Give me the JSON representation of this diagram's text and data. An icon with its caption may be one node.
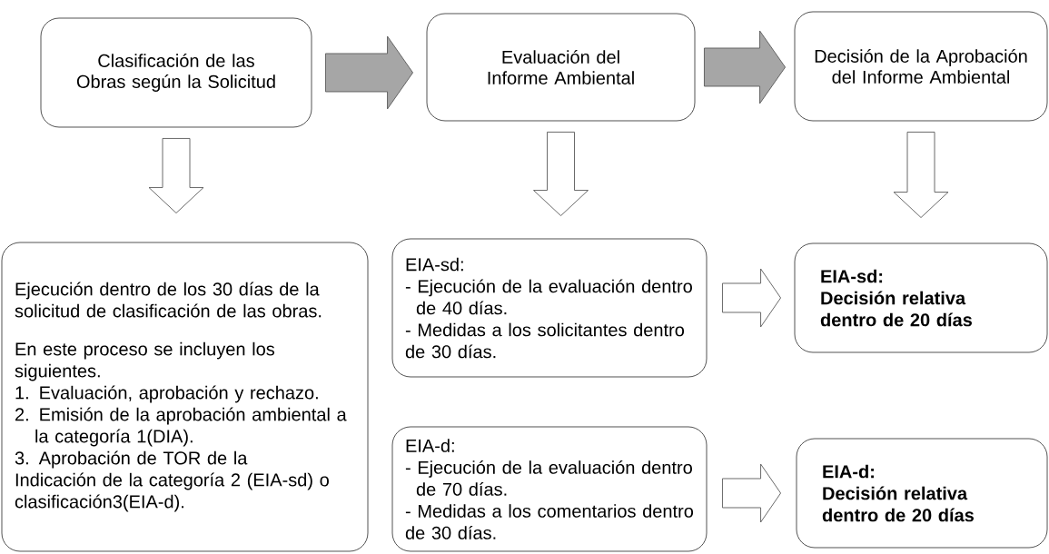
{
  "diagram": {
    "nodes": [
      {
        "text": [
          "Clasificación de las Obras según la Solicitud"
        ]
      },
      {
        "text": [
          "Evaluación del Informe Ambiental"
        ]
      },
      {
        "text": [
          "Decisión de la Aprobación del Informe Ambiental"
        ]
      },
      {
        "text": [
          "Ejecución dentro de los 30 días de la solicitud de clasificación de las obras.",
          "En este proceso se incluyen los siguientes.",
          "1. Evaluación, aprobación y rechazo.",
          "2. Emisión de la aprobación ambiental a la categoría 1(DIA).",
          "3. Aprobación de TOR de la Indicación de la categoría 2 (EIA-sd) o clasificación3(EIA-d)."
        ]
      },
      {
        "text": [
          "EIA-sd:",
          "- Ejecución de la evaluación dentro de 40 días.",
          "- Medidas a los solicitantes dentro de 30 días."
        ]
      },
      {
        "text": [
          "EIA-d:",
          "- Ejecución de la evaluación dentro de 70 días.",
          "- Medidas a los comentarios dentro de 30 días."
        ]
      },
      {
        "text": [
          "EIA-sd:",
          "Decisión relativa dentro de 20 días"
        ]
      },
      {
        "text": [
          "EIA-d:",
          "Decisión relativa dentro de 20 días"
        ]
      }
    ],
    "edges": [
      {
        "from": 0,
        "to": 1,
        "arrow": "to",
        "color": "#a6a6a6"
      },
      {
        "from": 1,
        "to": 2,
        "arrow": "to",
        "color": "#a6a6a6"
      },
      {
        "from": 0,
        "to": 3,
        "arrow": "to"
      },
      {
        "from": 1,
        "to": 4,
        "arrow": "to"
      },
      {
        "from": 2,
        "to": 6,
        "arrow": "to"
      },
      {
        "from": 4,
        "to": 6,
        "arrow": "to"
      },
      {
        "from": 5,
        "to": 7,
        "arrow": "to"
      }
    ]
  }
}
